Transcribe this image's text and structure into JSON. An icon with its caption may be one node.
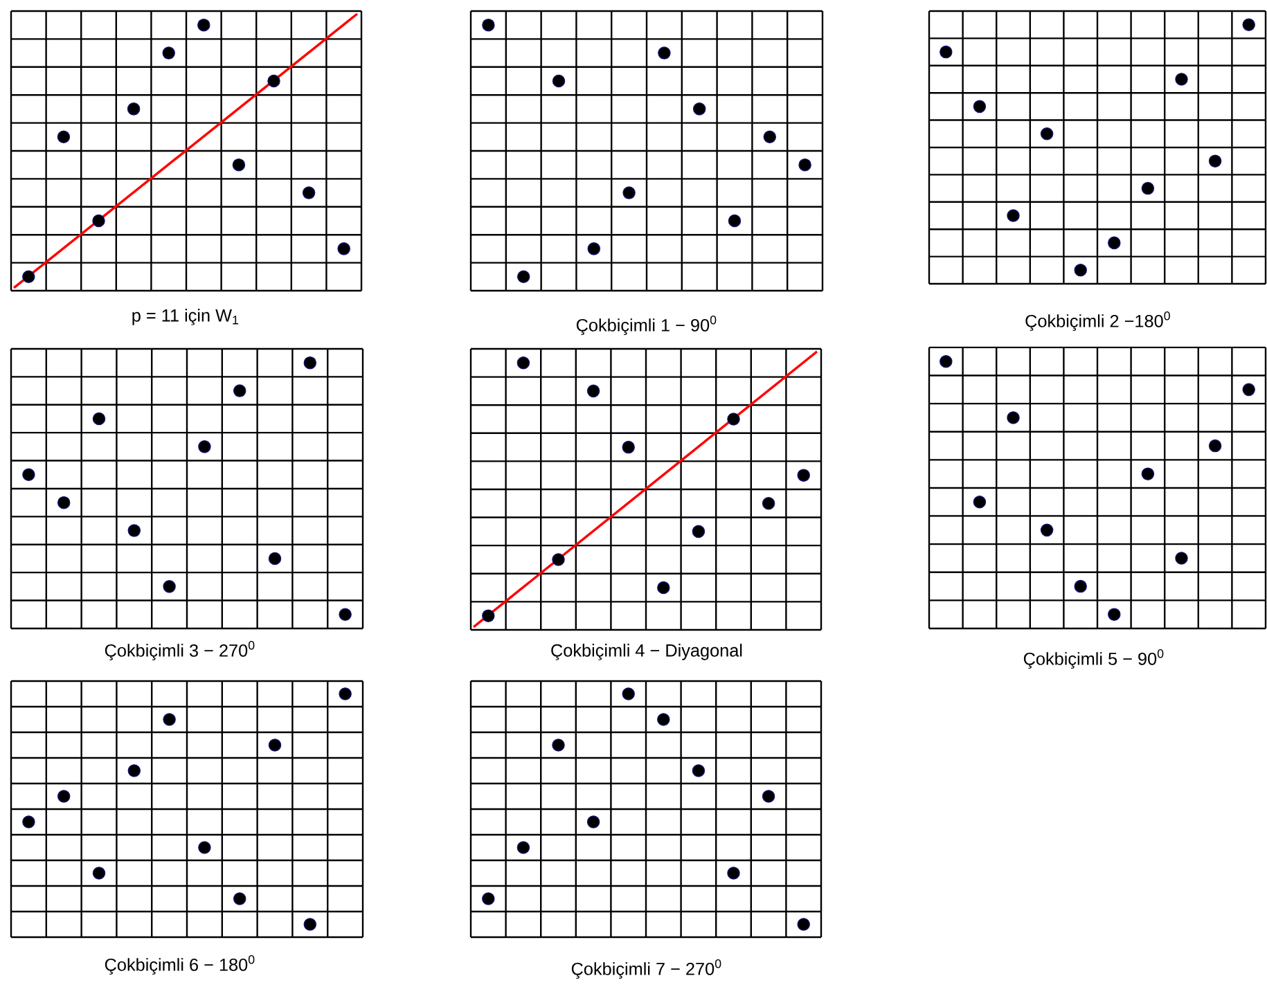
{
  "diagram": {
    "nodes": [
      {
        "text": [
          "p = 11 için W$_{1}$"
        ]
      },
      {
        "text": [
          "Çokbiçimli 1 − 90$^{0}$"
        ]
      },
      {
        "text": [
          "Çokbiçimli 2 −180$^{0}$"
        ]
      },
      {
        "text": [
          "Çokbiçimli 3 − 270$^{0}$"
        ]
      },
      {
        "text": [
          "Çokbiçimli 4 − Diyagonal"
        ]
      },
      {
        "text": [
          "Çokbiçimli 5 − 90$^{0}$"
        ]
      },
      {
        "text": [
          "Çokbiçimli 6 − 180$^{0}$"
        ]
      },
      {
        "text": [
          "Çokbiçimli 7 − 270$^{0}$"
        ]
      }
    ]
  }
}
